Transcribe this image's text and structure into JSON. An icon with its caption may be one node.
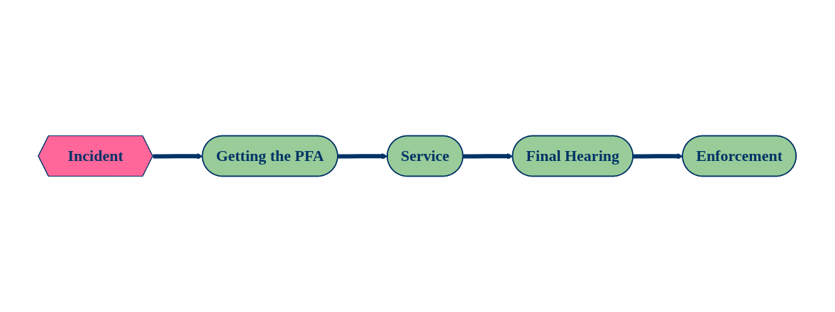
{
  "diagram": {
    "nodes": [
      {
        "text": [
          "Incident"
        ]
      },
      {
        "text": [
          "Getting the PFA"
        ]
      },
      {
        "text": [
          "Service"
        ]
      },
      {
        "text": [
          "Final Hearing"
        ]
      },
      {
        "text": [
          "Enforcement"
        ]
      }
    ],
    "edges": [
      {
        "from": 0,
        "to": 1,
        "arrow": "to"
      },
      {
        "from": 1,
        "to": 2,
        "arrow": "to"
      },
      {
        "from": 2,
        "to": 3,
        "arrow": "to"
      },
      {
        "from": 3,
        "to": 4,
        "arrow": "to"
      }
    ]
  }
}
